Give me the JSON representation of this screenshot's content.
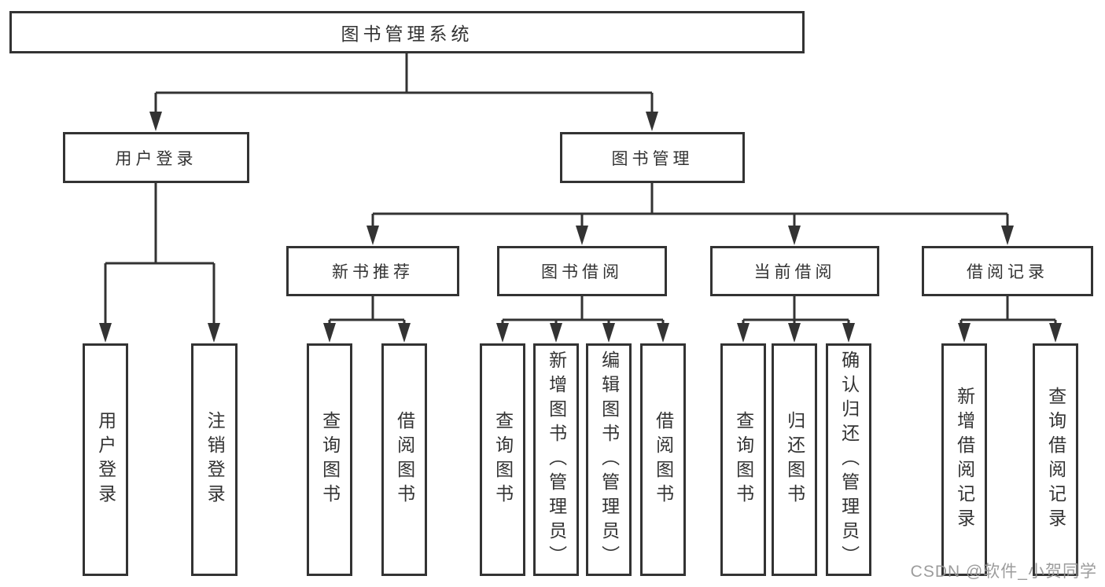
{
  "diagram": {
    "root": {
      "label": "图书管理系统"
    },
    "level2": [
      {
        "label": "用户登录"
      },
      {
        "label": "图书管理"
      }
    ],
    "level3": [
      {
        "label": "新书推荐"
      },
      {
        "label": "图书借阅"
      },
      {
        "label": "当前借阅"
      },
      {
        "label": "借阅记录"
      }
    ],
    "leaves": [
      {
        "label": "用户登录"
      },
      {
        "label": "注销登录"
      },
      {
        "label": "查询图书"
      },
      {
        "label": "借阅图书"
      },
      {
        "label": "查询图书"
      },
      {
        "label": "新增图书（管理员）"
      },
      {
        "label": "编辑图书（管理员）"
      },
      {
        "label": "借阅图书"
      },
      {
        "label": "查询图书"
      },
      {
        "label": "归还图书"
      },
      {
        "label": "确认归还（管理员）"
      },
      {
        "label": "新增借阅记录"
      },
      {
        "label": "查询借阅记录"
      }
    ]
  },
  "watermark": {
    "text": "CSDN @软件_小贺同学"
  },
  "colors": {
    "line": "#333333",
    "box_border": "#333333",
    "text": "#333333",
    "background": "#ffffff",
    "watermark": "#949494"
  }
}
